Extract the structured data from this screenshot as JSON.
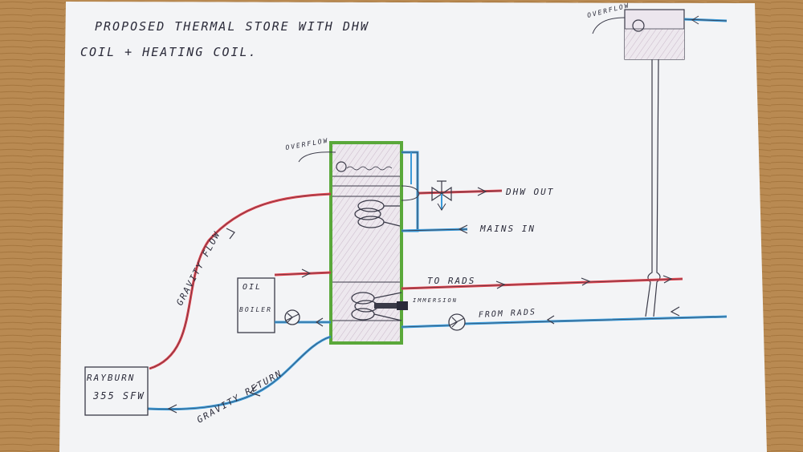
{
  "title": {
    "line1": "PROPOSED   THERMAL   STORE   WITH  DHW",
    "line2": "COIL  +   HEATING   COIL."
  },
  "labels": {
    "overflow_header": "OVERFLOW",
    "overflow_store": "OVERFLOW",
    "dhw_out": "DHW OUT",
    "mains_in": "MAINS IN",
    "gravity_flow": "GRAVITY  FLOW",
    "to_rads": "TO RADS",
    "from_rads": "FROM RADS",
    "immersion": "IMMERSION",
    "oil": "OIL",
    "boiler": "BOILER",
    "rayburn_line1": "RAYBURN",
    "rayburn_line2": "355 SFW",
    "gravity_return": "GRAVITY  RETURN"
  },
  "colors": {
    "flow": "#e0404a",
    "return": "#3a9ad9",
    "store_outline": "#5aa83a",
    "ink": "#3a3a48",
    "paper": "#f2f3f5",
    "wood": "#b8884e"
  }
}
